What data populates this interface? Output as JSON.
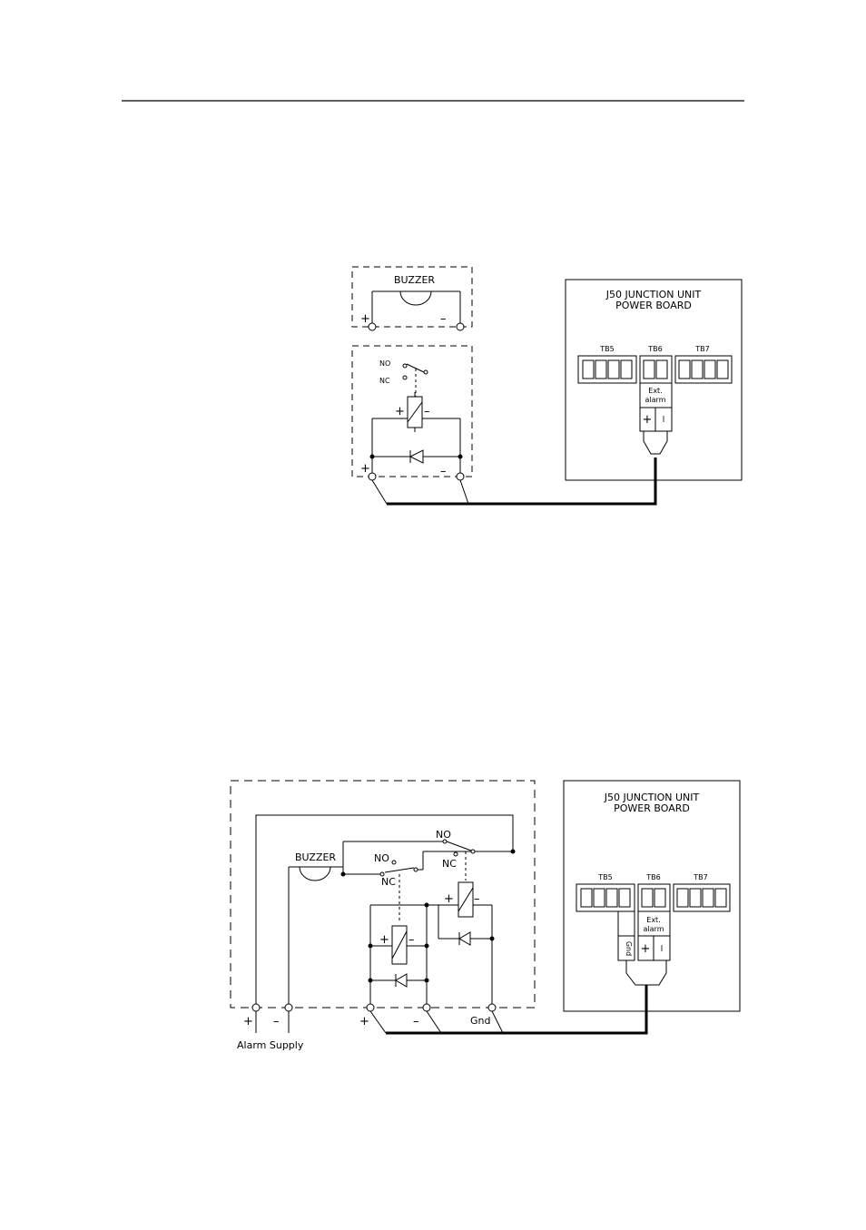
{
  "diagram1": {
    "buzzer_label": "BUZZER",
    "plus": "+",
    "minus": "–",
    "no": "NO",
    "nc": "NC",
    "junction_title_1": "J50  JUNCTION  UNIT",
    "junction_title_2": "POWER  BOARD",
    "tb5": "TB5",
    "tb6": "TB6",
    "tb7": "TB7",
    "ext": "Ext.",
    "alarm": "alarm",
    "plus_term": "+",
    "minus_term": "l"
  },
  "diagram2": {
    "buzzer_label": "BUZZER",
    "no_a": "NO",
    "nc_a": "NC",
    "no_b": "NO",
    "nc_b": "NC",
    "plus": "+",
    "minus": "–",
    "junction_title_1": "J50  JUNCTION  UNIT",
    "junction_title_2": "POWER  BOARD",
    "tb5": "TB5",
    "tb6": "TB6",
    "tb7": "TB7",
    "ext": "Ext.",
    "alarm": "alarm",
    "gnd_term": "Gnd",
    "plus_term": "+",
    "minus_term": "l",
    "bottom_plus_1": "+",
    "bottom_minus_1": "–",
    "bottom_plus_2": "+",
    "bottom_minus_2": "–",
    "gnd": "Gnd",
    "alarm_supply": "Alarm  Supply"
  }
}
